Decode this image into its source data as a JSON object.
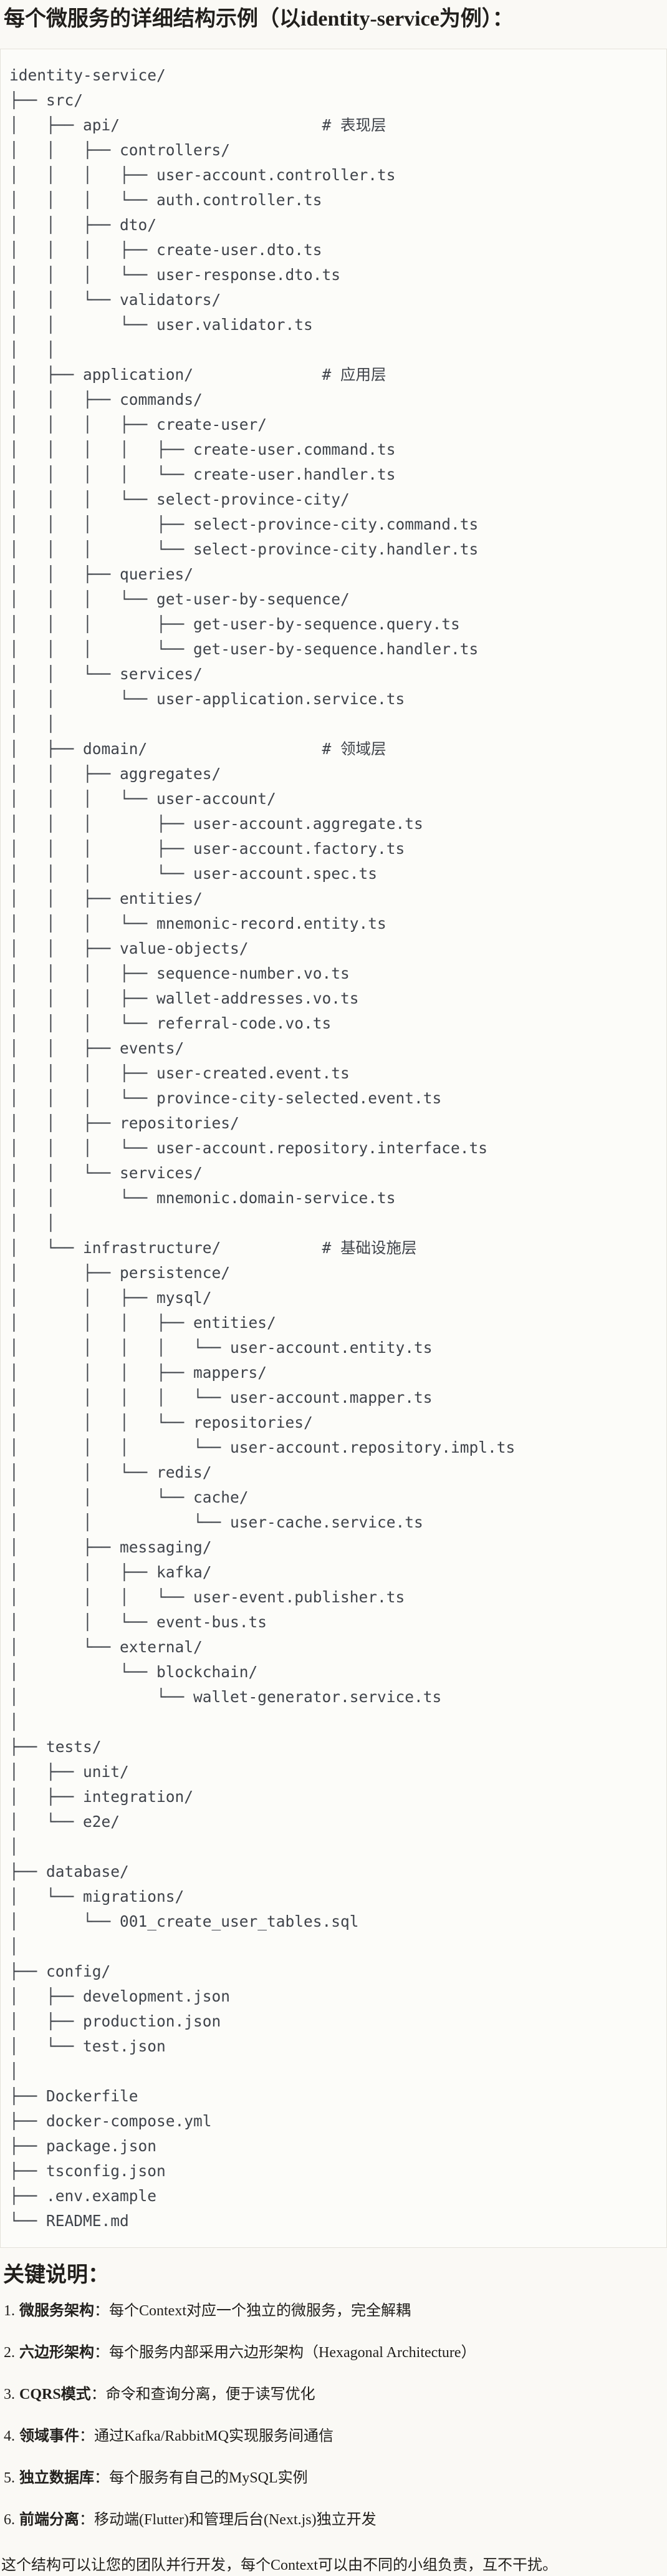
{
  "title": "每个微服务的详细结构示例（以identity-service为例）：",
  "colors": {
    "page_bg": "#FAF9F5",
    "code_bg": "#FCFCF9",
    "code_border": "#E4E1DA",
    "code_text": "#3F434A",
    "body_text": "#211F1C"
  },
  "code_block": {
    "lines": [
      "identity-service/",
      "├── src/",
      "│   ├── api/                      # 表现层",
      "│   │   ├── controllers/",
      "│   │   │   ├── user-account.controller.ts",
      "│   │   │   └── auth.controller.ts",
      "│   │   ├── dto/",
      "│   │   │   ├── create-user.dto.ts",
      "│   │   │   └── user-response.dto.ts",
      "│   │   └── validators/",
      "│   │       └── user.validator.ts",
      "│   │",
      "│   ├── application/              # 应用层",
      "│   │   ├── commands/",
      "│   │   │   ├── create-user/",
      "│   │   │   │   ├── create-user.command.ts",
      "│   │   │   │   └── create-user.handler.ts",
      "│   │   │   └── select-province-city/",
      "│   │   │       ├── select-province-city.command.ts",
      "│   │   │       └── select-province-city.handler.ts",
      "│   │   ├── queries/",
      "│   │   │   └── get-user-by-sequence/",
      "│   │   │       ├── get-user-by-sequence.query.ts",
      "│   │   │       └── get-user-by-sequence.handler.ts",
      "│   │   └── services/",
      "│   │       └── user-application.service.ts",
      "│   │",
      "│   ├── domain/                   # 领域层",
      "│   │   ├── aggregates/",
      "│   │   │   └── user-account/",
      "│   │   │       ├── user-account.aggregate.ts",
      "│   │   │       ├── user-account.factory.ts",
      "│   │   │       └── user-account.spec.ts",
      "│   │   ├── entities/",
      "│   │   │   └── mnemonic-record.entity.ts",
      "│   │   ├── value-objects/",
      "│   │   │   ├── sequence-number.vo.ts",
      "│   │   │   ├── wallet-addresses.vo.ts",
      "│   │   │   └── referral-code.vo.ts",
      "│   │   ├── events/",
      "│   │   │   ├── user-created.event.ts",
      "│   │   │   └── province-city-selected.event.ts",
      "│   │   ├── repositories/",
      "│   │   │   └── user-account.repository.interface.ts",
      "│   │   └── services/",
      "│   │       └── mnemonic.domain-service.ts",
      "│   │",
      "│   └── infrastructure/           # 基础设施层",
      "│       ├── persistence/",
      "│       │   ├── mysql/",
      "│       │   │   ├── entities/",
      "│       │   │   │   └── user-account.entity.ts",
      "│       │   │   ├── mappers/",
      "│       │   │   │   └── user-account.mapper.ts",
      "│       │   │   └── repositories/",
      "│       │   │       └── user-account.repository.impl.ts",
      "│       │   └── redis/",
      "│       │       └── cache/",
      "│       │           └── user-cache.service.ts",
      "│       ├── messaging/",
      "│       │   ├── kafka/",
      "│       │   │   └── user-event.publisher.ts",
      "│       │   └── event-bus.ts",
      "│       └── external/",
      "│           └── blockchain/",
      "│               └── wallet-generator.service.ts",
      "│",
      "├── tests/",
      "│   ├── unit/",
      "│   ├── integration/",
      "│   └── e2e/",
      "│",
      "├── database/",
      "│   └── migrations/",
      "│       └── 001_create_user_tables.sql",
      "│",
      "├── config/",
      "│   ├── development.json",
      "│   ├── production.json",
      "│   └── test.json",
      "│",
      "├── Dockerfile",
      "├── docker-compose.yml",
      "├── package.json",
      "├── tsconfig.json",
      "├── .env.example",
      "└── README.md"
    ]
  },
  "notes": {
    "heading": "关键说明：",
    "items": [
      {
        "num": "1.",
        "term": "微服务架构",
        "desc": "：每个Context对应一个独立的微服务，完全解耦"
      },
      {
        "num": "2.",
        "term": "六边形架构",
        "desc": "：每个服务内部采用六边形架构（Hexagonal Architecture）"
      },
      {
        "num": "3.",
        "term": "CQRS模式",
        "desc": "：命令和查询分离，便于读写优化"
      },
      {
        "num": "4.",
        "term": "领域事件",
        "desc": "：通过Kafka/RabbitMQ实现服务间通信"
      },
      {
        "num": "5.",
        "term": "独立数据库",
        "desc": "：每个服务有自己的MySQL实例"
      },
      {
        "num": "6.",
        "term": "前端分离",
        "desc": "：移动端(Flutter)和管理后台(Next.js)独立开发"
      }
    ],
    "closing": "这个结构可以让您的团队并行开发，每个Context可以由不同的小组负责，互不干扰。"
  }
}
